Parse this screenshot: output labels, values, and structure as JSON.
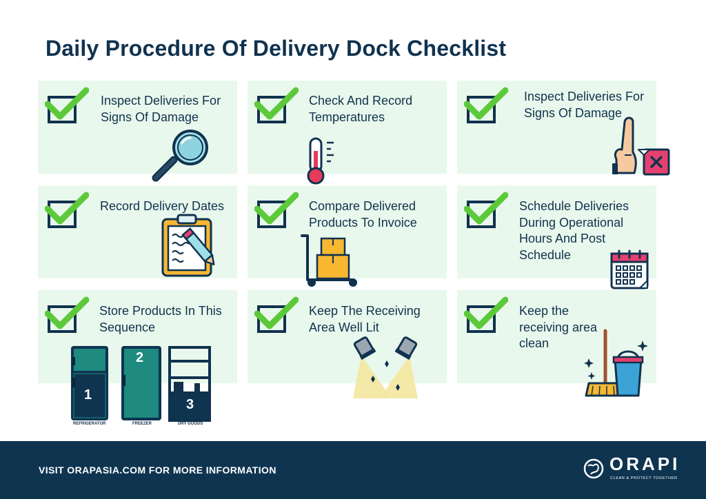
{
  "title": "Daily Procedure Of Delivery Dock Checklist",
  "colors": {
    "navy": "#10324e",
    "check_green": "#5cc93a",
    "card_bg": "#e9f8ec",
    "footer_bg": "#0e3450"
  },
  "cards": [
    {
      "label": "Inspect Deliveries For Signs Of Damage",
      "icon": "magnifying-glass-icon"
    },
    {
      "label": "Check And Record Temperatures",
      "icon": "thermometer-icon"
    },
    {
      "label": "Inspect Deliveries For Signs Of Damage",
      "icon": "stop-hand-reject-icon"
    },
    {
      "label": "Record Delivery Dates",
      "icon": "clipboard-pencil-icon"
    },
    {
      "label": "Compare Delivered Products To Invoice",
      "icon": "hand-truck-boxes-icon"
    },
    {
      "label": "Schedule Deliveries During Operational Hours And Post Schedule",
      "icon": "calendar-icon"
    },
    {
      "label": "Store Products In This Sequence",
      "icon": "storage-sequence-icon"
    },
    {
      "label": "Keep The Receiving Area Well Lit",
      "icon": "spotlights-icon"
    },
    {
      "label": "Keep the receiving area clean",
      "icon": "broom-bucket-icon"
    }
  ],
  "storage": [
    {
      "number": "1",
      "caption": "REFRIGERATOR"
    },
    {
      "number": "2",
      "caption": "FREEZER"
    },
    {
      "number": "3",
      "caption": "DRY GOODS"
    }
  ],
  "footer": {
    "text": "VISIT ORAPASIA.COM FOR MORE INFORMATION",
    "logo": "ORAPI",
    "tagline": "CLEAN & PROTECT TOGETHER"
  }
}
